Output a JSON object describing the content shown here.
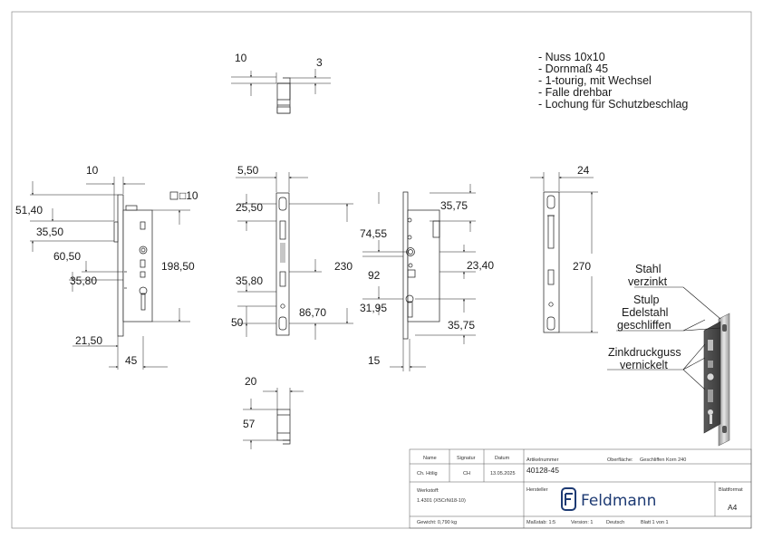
{
  "notes": [
    "- Nuss 10x10",
    "- Dornmaß 45",
    "- 1-tourig, mit Wechsel",
    "- Falle drehbar",
    "- Lochung für Schutzbeschlag"
  ],
  "dims": {
    "top_w": "10",
    "top_t": "3",
    "side_10": "10",
    "nut_sq": "□10",
    "side_5140": "51,40",
    "side_3550": "35,50",
    "side_6050": "60,50",
    "side_3580": "35,80",
    "side_2150": "21,50",
    "side_45": "45",
    "side_19850": "198,50",
    "front_550": "5,50",
    "front_2550": "25,50",
    "front_230": "230",
    "front_3580": "35,80",
    "front_50": "50",
    "front_8670": "86,70",
    "body_7455": "74,55",
    "body_3575a": "35,75",
    "body_92": "92",
    "body_2340": "23,40",
    "body_3195": "31,95",
    "body_3575b": "35,75",
    "body_15": "15",
    "right_24": "24",
    "right_270": "270",
    "bottom_20": "20",
    "bottom_57": "57"
  },
  "labels": {
    "stahl_1": "Stahl",
    "stahl_2": "verzinkt",
    "stulp_1": "Stulp",
    "stulp_2": "Edelstahl",
    "stulp_3": "geschliffen",
    "zink_1": "Zinkdruckguss",
    "zink_2": "vernickelt"
  },
  "title_block": {
    "h_name": "Name",
    "h_signatur": "Signatur",
    "h_datum": "Datum",
    "name": "Ch. Hölig",
    "signatur": "CH",
    "datum": "13.05.2025",
    "artikel_label": "Artikelnummer",
    "artikel": "40128-45",
    "oberflaeche_label": "Oberfläche:",
    "oberflaeche": "Geschliffen Korn 240",
    "werkstoff_label": "Werkstoff:",
    "werkstoff": "1.4301 (X5CrNi18-10)",
    "hersteller_label": "Hersteller",
    "brand": "Feldmann",
    "blattformat_label": "Blattformat",
    "blattformat": "A4",
    "gewicht": "Gewicht: 0,790 kg",
    "massstab": "Maßstab: 1:5",
    "version": "Version: 1",
    "sprache": "Deutsch",
    "blatt": "Blatt 1 von 1"
  },
  "colors": {
    "line": "#1a1a1a",
    "brand": "#1d3a73",
    "render_dark": "#3d3d3d",
    "render_light": "#c8c8c8"
  }
}
